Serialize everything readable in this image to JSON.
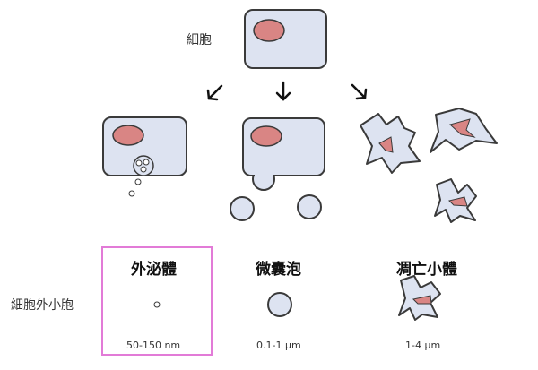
{
  "labels": {
    "cell": "細胞",
    "ev_group": "細胞外小胞",
    "types": [
      {
        "name": "外泌體",
        "size": "50-150 nm"
      },
      {
        "name": "微囊泡",
        "size": "0.1-1 µm"
      },
      {
        "name": "凋亡小體",
        "size": "1-4 µm"
      }
    ]
  },
  "colors": {
    "cell_fill": "#dde3f1",
    "nucleus_fill": "#d98584",
    "outline": "#3a3a3a",
    "highlight_box": "#e27bd7"
  }
}
